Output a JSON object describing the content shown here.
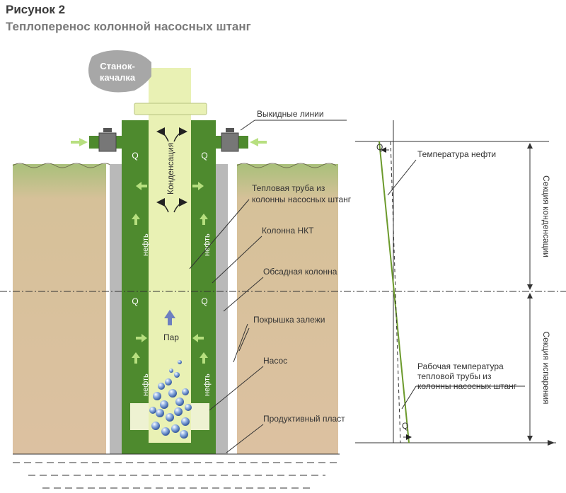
{
  "figure": {
    "title": "Рисунок 2",
    "subtitle": "Теплоперенос колонной насосных штанг"
  },
  "well": {
    "pumpjack": [
      "Станок-",
      "качалка"
    ],
    "condensation": "Конденсация",
    "steam": "Пар",
    "oil": "нефть",
    "heat_symbol": "Q"
  },
  "callouts": {
    "flowlines": "Выкидные линии",
    "heat_pipe": [
      "Тепловая труба из",
      "колонны насосных штанг"
    ],
    "tubing": "Колонна НКТ",
    "casing": "Обсадная колонна",
    "caprock": "Покрышка залежи",
    "pump": "Насос",
    "reservoir": "Продуктивный пласт"
  },
  "profile": {
    "oil_temperature": "Температура нефти",
    "working_temperature": [
      "Рабочая температура",
      "тепловой трубы из",
      "колонны насосных штанг"
    ],
    "condensation_section": "Секция конденсации",
    "evaporation_section": "Секция испарения",
    "heat_symbol": "Q"
  },
  "colors": {
    "soil": "#d9bfa0",
    "grass": "#a9c07a",
    "casing": "#b9b9b9",
    "tubing": "#4e8a2e",
    "tubing_dark": "#2f6a1d",
    "heat_pipe": "#e9f1b4",
    "arrow": "#b7df7f",
    "steam_arrow": "#6d7fc0",
    "bubble": "#5f86c8",
    "line_green": "#6c9a2c"
  }
}
